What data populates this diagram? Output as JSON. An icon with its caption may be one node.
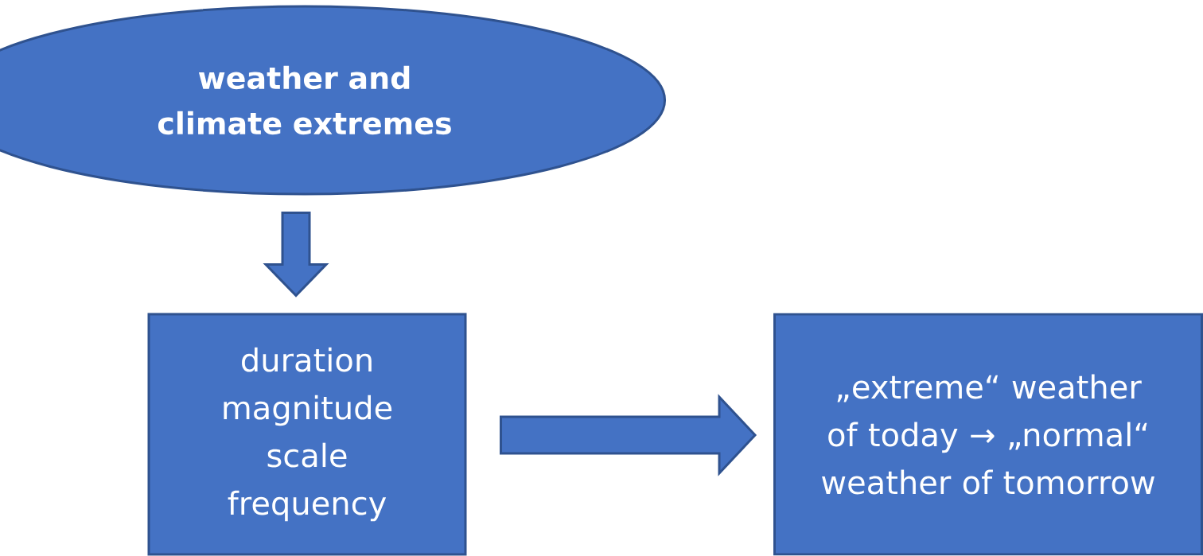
{
  "diagram": {
    "nodes": [
      {
        "text": [
          "weather and climate extremes"
        ]
      },
      {
        "text": [
          "duration",
          "magnitude",
          "scale",
          "frequency"
        ]
      },
      {
        "text": [
          "„extreme“ weather of today → „normal“ weather of tomorrow"
        ]
      }
    ],
    "edges": [
      {
        "from": 0,
        "to": 1,
        "arrow": "to"
      },
      {
        "from": 1,
        "to": 2,
        "arrow": "to"
      }
    ]
  }
}
